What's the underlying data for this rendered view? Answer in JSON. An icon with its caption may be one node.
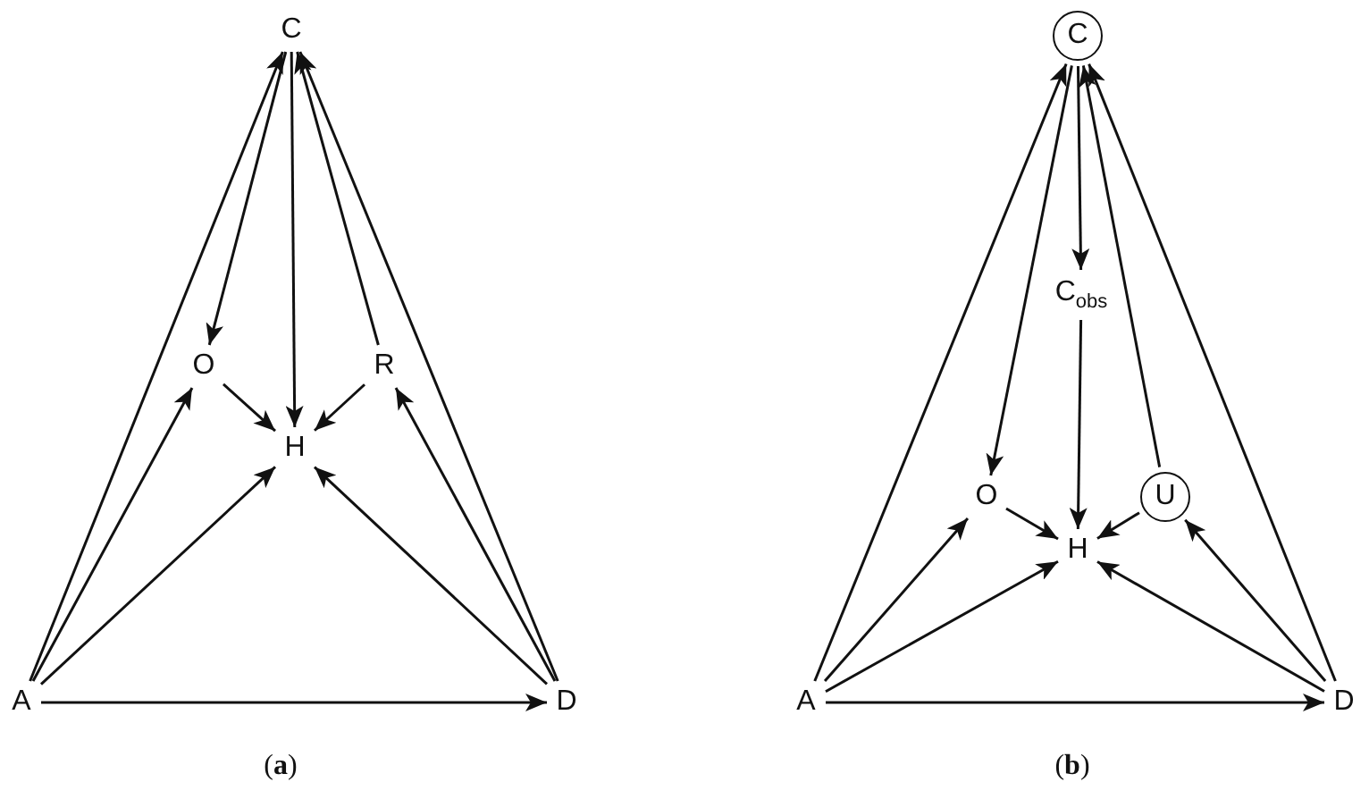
{
  "diagram": {
    "nodes": [
      {
        "text": [
          "C"
        ]
      },
      {
        "text": [
          "O"
        ]
      },
      {
        "text": [
          "R"
        ]
      },
      {
        "text": [
          "H"
        ]
      },
      {
        "text": [
          "A"
        ]
      },
      {
        "text": [
          "D"
        ]
      },
      {
        "text": [
          "C"
        ]
      },
      {
        "text": [
          "C$_{obs}$"
        ]
      },
      {
        "text": [
          "O"
        ]
      },
      {
        "text": [
          "U"
        ]
      },
      {
        "text": [
          "H"
        ]
      },
      {
        "text": [
          "A"
        ]
      },
      {
        "text": [
          "D"
        ]
      }
    ],
    "edges": [
      {
        "from": 4,
        "to": 0,
        "arrow": "to"
      },
      {
        "from": 0,
        "to": 1,
        "arrow": "to"
      },
      {
        "from": 0,
        "to": 3,
        "arrow": "to"
      },
      {
        "from": 2,
        "to": 0,
        "arrow": "to"
      },
      {
        "from": 5,
        "to": 0,
        "arrow": "to"
      },
      {
        "from": 4,
        "to": 1,
        "arrow": "to"
      },
      {
        "from": 1,
        "to": 3,
        "arrow": "to"
      },
      {
        "from": 2,
        "to": 3,
        "arrow": "to"
      },
      {
        "from": 4,
        "to": 3,
        "arrow": "to"
      },
      {
        "from": 5,
        "to": 3,
        "arrow": "to"
      },
      {
        "from": 5,
        "to": 2,
        "arrow": "to"
      },
      {
        "from": 4,
        "to": 5,
        "arrow": "to"
      },
      {
        "from": 11,
        "to": 6,
        "arrow": "to"
      },
      {
        "from": 6,
        "to": 8,
        "arrow": "to"
      },
      {
        "from": 6,
        "to": 7,
        "arrow": "to"
      },
      {
        "from": 7,
        "to": 10,
        "arrow": "to"
      },
      {
        "from": 9,
        "to": 6,
        "arrow": "to"
      },
      {
        "from": 12,
        "to": 6,
        "arrow": "to"
      },
      {
        "from": 11,
        "to": 8,
        "arrow": "to"
      },
      {
        "from": 11,
        "to": 10,
        "arrow": "to"
      },
      {
        "from": 8,
        "to": 10,
        "arrow": "to"
      },
      {
        "from": 9,
        "to": 10,
        "arrow": "to"
      },
      {
        "from": 12,
        "to": 10,
        "arrow": "to"
      },
      {
        "from": 12,
        "to": 9,
        "arrow": "to"
      },
      {
        "from": 11,
        "to": 12,
        "arrow": "to"
      }
    ],
    "labels": [
      "(**a**)",
      "(**b**)"
    ]
  }
}
